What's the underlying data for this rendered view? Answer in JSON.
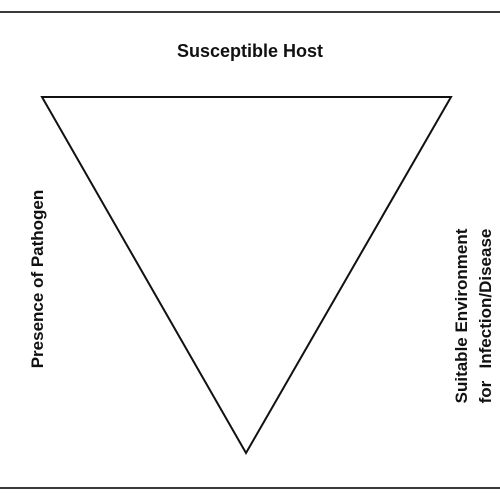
{
  "diagram": {
    "top_label": "Susceptible Host",
    "left_label": "Presence of Pathogen",
    "right_label_line1": "Suitable Environment",
    "right_label_line2": "for Infection/Disease"
  },
  "colors": {
    "line": "#111111",
    "frame": "#3a3a3a",
    "background": "#ffffff"
  }
}
